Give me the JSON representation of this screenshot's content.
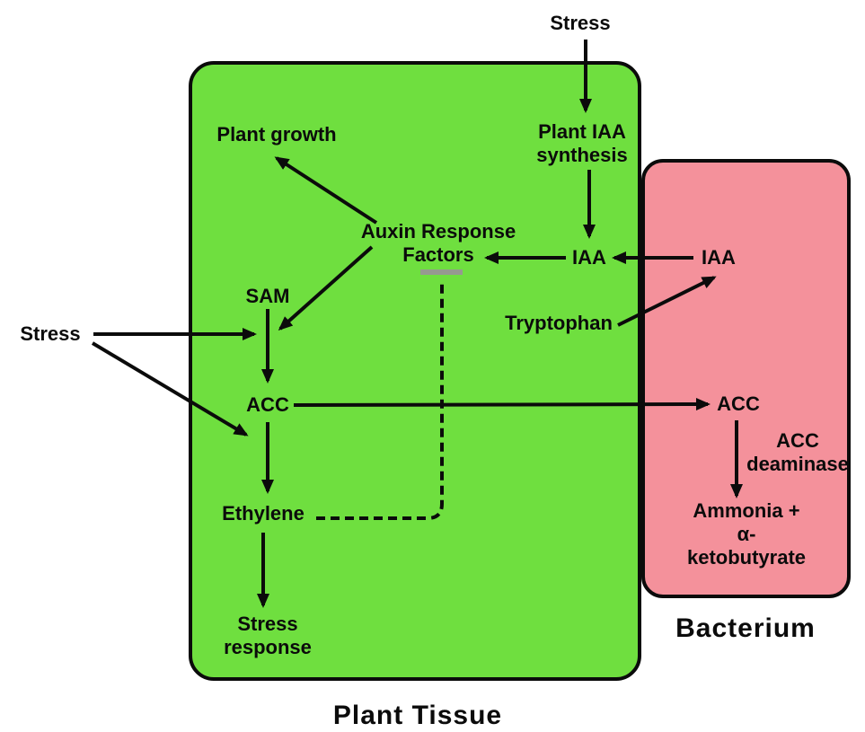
{
  "colors": {
    "plant_fill": "#6fdf3f",
    "bacterium_fill": "#f4919b",
    "outline": "#0b0b0b",
    "arrow": "#0b0b0b",
    "inhibition_bar": "#969a90",
    "background": "#ffffff"
  },
  "regions": {
    "plant": {
      "label": "Plant Tissue"
    },
    "bacterium": {
      "label": "Bacterium"
    }
  },
  "nodes": {
    "stress_top": {
      "label": "Stress"
    },
    "plant_growth": {
      "label": "Plant growth"
    },
    "plant_iaa_synthesis": {
      "label": "Plant IAA\nsynthesis"
    },
    "auxin_response_factors": {
      "label": "Auxin Response\nFactors"
    },
    "iaa_plant": {
      "label": "IAA"
    },
    "iaa_bacterium": {
      "label": "IAA"
    },
    "tryptophan": {
      "label": "Tryptophan"
    },
    "sam": {
      "label": "SAM"
    },
    "stress_left": {
      "label": "Stress"
    },
    "acc_plant": {
      "label": "ACC"
    },
    "acc_bacterium": {
      "label": "ACC"
    },
    "acc_deaminase": {
      "label": "ACC\ndeaminase"
    },
    "ethylene": {
      "label": "Ethylene"
    },
    "ammonia": {
      "label": "Ammonia +\nα-ketobutyrate"
    },
    "stress_response": {
      "label": "Stress\nresponse"
    }
  },
  "edges": [
    {
      "from": "Stress (top)",
      "to": "Plant IAA synthesis",
      "type": "arrow"
    },
    {
      "from": "Plant IAA synthesis",
      "to": "IAA (plant)",
      "type": "arrow"
    },
    {
      "from": "IAA (bacterium)",
      "to": "IAA (plant)",
      "type": "arrow"
    },
    {
      "from": "IAA (plant)",
      "to": "Auxin Response Factors",
      "type": "arrow"
    },
    {
      "from": "Tryptophan",
      "to": "IAA (bacterium)",
      "type": "arrow"
    },
    {
      "from": "Auxin Response Factors",
      "to": "Plant growth",
      "type": "arrow"
    },
    {
      "from": "Auxin Response Factors",
      "to": "SAM-ACC conversion",
      "type": "arrow"
    },
    {
      "from": "SAM",
      "to": "ACC (plant)",
      "type": "arrow"
    },
    {
      "from": "Stress (left)",
      "to": "SAM-ACC conversion",
      "type": "arrow"
    },
    {
      "from": "Stress (left)",
      "to": "ACC-Ethylene conversion",
      "type": "arrow"
    },
    {
      "from": "ACC (plant)",
      "to": "ACC (bacterium)",
      "type": "arrow"
    },
    {
      "from": "ACC (plant)",
      "to": "Ethylene",
      "type": "arrow"
    },
    {
      "from": "Ethylene",
      "to": "Stress response",
      "type": "arrow"
    },
    {
      "from": "ACC (bacterium)",
      "to": "Ammonia + α-ketobutyrate",
      "type": "arrow",
      "label": "ACC deaminase"
    },
    {
      "from": "Ethylene",
      "to": "Auxin Response Factors",
      "type": "inhibition-dashed"
    }
  ]
}
